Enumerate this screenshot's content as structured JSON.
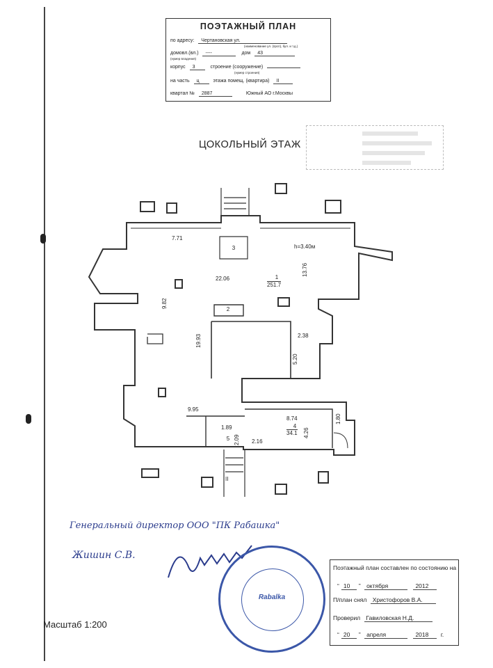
{
  "title_block": {
    "title": "ПОЭТАЖНЫЙ ПЛАН",
    "address_label": "по адресу:",
    "address_value": "Чертановская ул.",
    "address_note": "(наименование ул. (прсп), бул. и т.д.)",
    "building_label": "домовл.(вл.)",
    "building_note": "(нумер владения)",
    "building_value": "----",
    "house_label": "дом",
    "house_value": "43",
    "block_label": "корпус",
    "block_value": "3",
    "structure_label": "строение (сооружение)",
    "structure_note": "(нумер строения)",
    "part_label": "на часть",
    "part_value": "ц",
    "floor_label": "этажа помещ. (квартира)",
    "floor_value": "II",
    "quarter_label": "квартал №",
    "quarter_value": "2887",
    "district": "Южный АО г.Москвы"
  },
  "floor_title": "ЦОКОЛЬНЫЙ ЭТАЖ",
  "plan": {
    "labels": {
      "d771": "7.71",
      "room3": "3",
      "height": "h=3.40м",
      "d1376": "13.76",
      "d2206": "22.06",
      "room1": "1",
      "room1_area": "251.7",
      "d982": "9.82",
      "room2": "2",
      "d1993": "19.93",
      "d238": "2.38",
      "d520": "5.20",
      "d995": "9.95",
      "d874": "8.74",
      "room4": "4",
      "room4_area": "34.1",
      "d180": "1.80",
      "d426": "4.26",
      "d189": "1.89",
      "room5": "5",
      "d209": "2.09",
      "d216": "2.16",
      "roman": "II"
    }
  },
  "signature": {
    "line1": "Генеральный директор ООО \"ПК Рабашка\"",
    "line2": "Жишин С.В."
  },
  "seal": {
    "brand": "Rabalka"
  },
  "info_box": {
    "line1": "Поэтажный план составлен по состоянию на",
    "date1_day": "10",
    "date1_month": "октября",
    "date1_year": "2012",
    "line3_label": "П/план снял",
    "line3_name": "Христофоров В.А.",
    "line4_label": "Проверил",
    "line4_name": "Гавиловская Н.Д.",
    "date2_day": "20",
    "date2_month": "апреля",
    "date2_year": "2018",
    "year_suffix": "г."
  },
  "scale": "Масштаб 1:200"
}
